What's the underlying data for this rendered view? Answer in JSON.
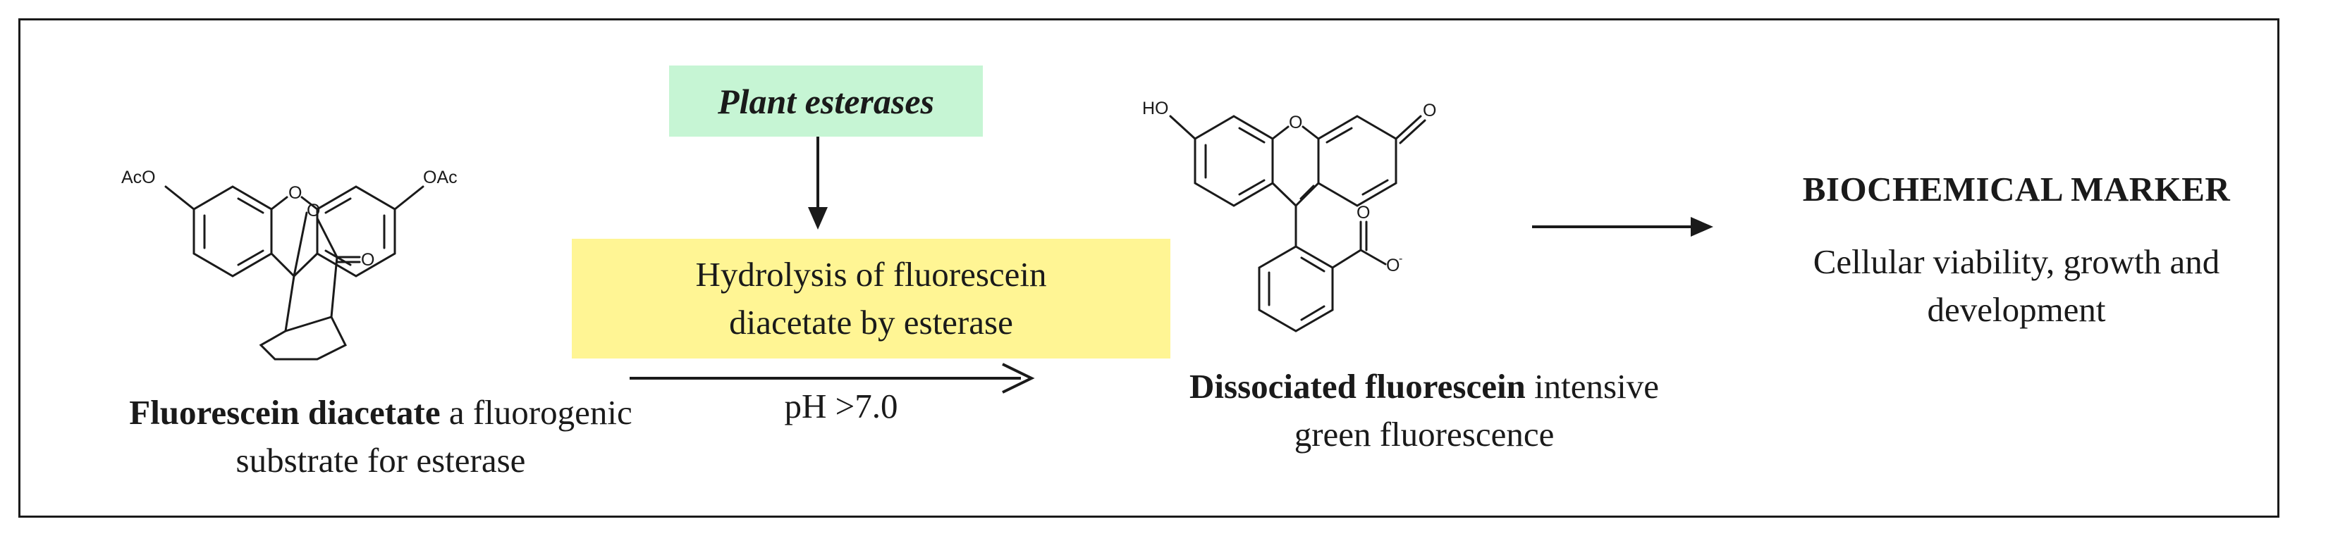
{
  "fda": {
    "label_left": "AcO",
    "label_right": "OAc",
    "ring_o": "O",
    "lactone_o": "O",
    "carbonyl_o": "O",
    "caption_bold": "Fluorescein diacetate",
    "caption_rest": " a fluorogenic",
    "caption_line2": "substrate for esterase"
  },
  "enzyme": {
    "label": "Plant esterases"
  },
  "reaction": {
    "line1": "Hydrolysis of fluorescein",
    "line2": "diacetate by esterase",
    "condition": "pH >7.0"
  },
  "fluorescein": {
    "label_ho": "HO",
    "ring_o": "O",
    "keto_o": "O",
    "carboxyl_o1": "O",
    "carboxyl_o2": "O",
    "charge": "-",
    "caption_bold": "Dissociated fluorescein",
    "caption_rest": " intensive",
    "caption_line2": "green fluorescence"
  },
  "marker": {
    "title": "BIOCHEMICAL MARKER",
    "line1": "Cellular viability, growth and",
    "line2": "development"
  }
}
